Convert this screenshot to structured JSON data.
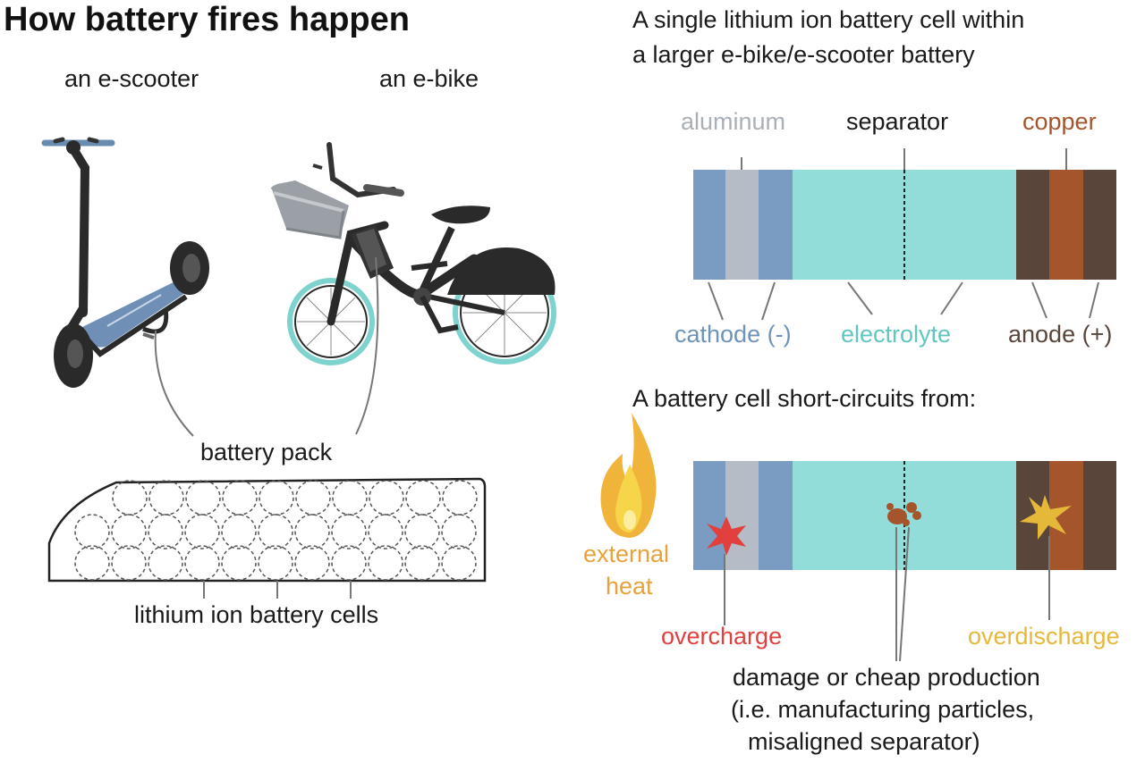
{
  "title": "How battery fires happen",
  "vehicles": {
    "scooter_label": "an e-scooter",
    "bike_label": "an e-bike"
  },
  "battery_pack_label": "battery pack",
  "cells_label": "lithium ion battery cells",
  "cell_diagram": {
    "title_line1": "A single lithium ion battery cell within",
    "title_line2": "a larger e-bike/e-scooter battery",
    "aluminum": "aluminum",
    "separator": "separator",
    "copper": "copper",
    "cathode": "cathode (-)",
    "electrolyte": "electrolyte",
    "anode": "anode (+)"
  },
  "short_circuit": {
    "title": "A battery cell short-circuits from:",
    "external_heat_line1": "external",
    "external_heat_line2": "heat",
    "overcharge": "overcharge",
    "overdischarge": "overdischarge",
    "damage_line1": "damage or cheap production",
    "damage_line2": "(i.e. manufacturing particles,",
    "damage_line3": "misaligned separator)"
  },
  "colors": {
    "cathode": "#7a9cc2",
    "aluminum": "#b5bcc6",
    "electrolyte": "#92ddd9",
    "anode": "#5a453a",
    "copper": "#a5552b",
    "aluminum_text": "#a9b0b8",
    "copper_text": "#a5552b",
    "cathode_text": "#6f93b9",
    "electrolyte_text": "#5fc6c0",
    "anode_text": "#5a453a",
    "heat_text": "#e8a23a",
    "overcharge_text": "#e0413f",
    "overdischarge_text": "#e6b83a"
  }
}
